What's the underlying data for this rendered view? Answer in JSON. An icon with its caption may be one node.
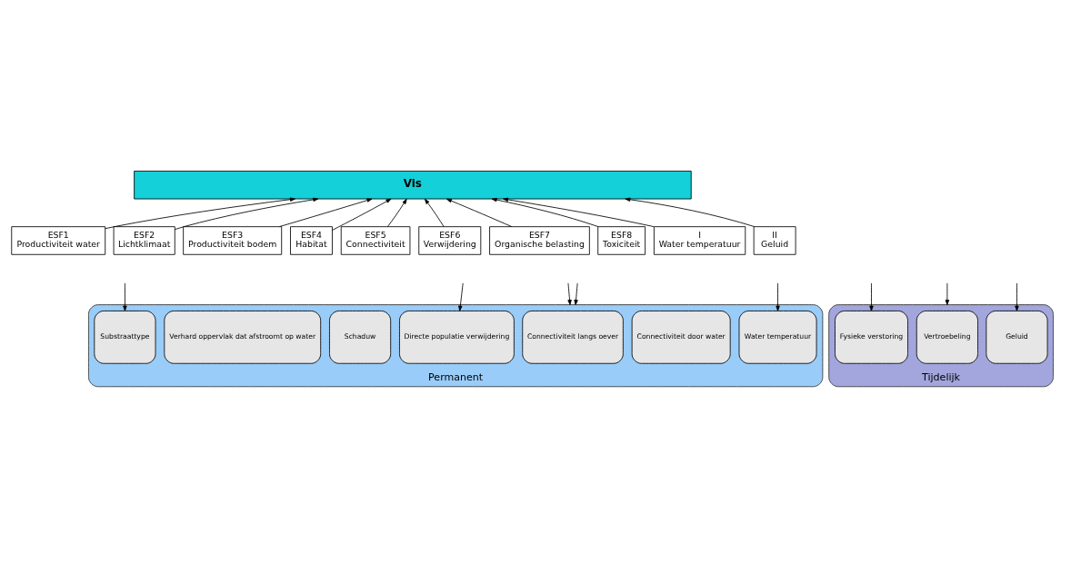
{
  "diagram": {
    "nodes": [
      {
        "text": [
          "Vis"
        ]
      },
      {
        "text": [
          "ESF1",
          "Productiviteit water"
        ]
      },
      {
        "text": [
          "ESF2",
          "Lichtklimaat"
        ]
      },
      {
        "text": [
          "ESF3",
          "Productiviteit bodem"
        ]
      },
      {
        "text": [
          "ESF4",
          "Habitat"
        ]
      },
      {
        "text": [
          "ESF5",
          "Connectiviteit"
        ]
      },
      {
        "text": [
          "ESF6",
          "Verwijdering"
        ]
      },
      {
        "text": [
          "ESF7",
          "Organische belasting"
        ]
      },
      {
        "text": [
          "ESF8",
          "Toxiciteit"
        ]
      },
      {
        "text": [
          "I",
          "Water temperatuur"
        ]
      },
      {
        "text": [
          "II",
          "Geluid"
        ]
      },
      {
        "text": [
          "Permanent"
        ]
      },
      {
        "text": [
          "Substraattype"
        ],
        "in": 11
      },
      {
        "text": [
          "Verhard oppervlak dat afstroomt op water"
        ],
        "in": 11
      },
      {
        "text": [
          "Schaduw"
        ],
        "in": 11
      },
      {
        "text": [
          "Connectiviteit langs oever"
        ],
        "in": 11
      },
      {
        "text": [
          "Connectiviteit door water"
        ],
        "in": 11
      },
      {
        "text": [
          "Directe populatie verwijdering"
        ],
        "in": 11
      },
      {
        "text": [
          "Water temperatuur"
        ],
        "in": 11
      },
      {
        "text": [
          "Tijdelijk"
        ]
      },
      {
        "text": [
          "Fysieke verstoring"
        ],
        "in": 19
      },
      {
        "text": [
          "Vertroebeling"
        ],
        "in": 19
      },
      {
        "text": [
          "Geluid"
        ],
        "in": 19
      }
    ],
    "edges": [
      {
        "from": 1,
        "to": 0,
        "arrow": "to"
      },
      {
        "from": 2,
        "to": 0,
        "arrow": "to"
      },
      {
        "from": 3,
        "to": 0,
        "arrow": "to"
      },
      {
        "from": 4,
        "to": 0,
        "arrow": "to"
      },
      {
        "from": 5,
        "to": 0,
        "arrow": "to"
      },
      {
        "from": 6,
        "to": 0,
        "arrow": "to"
      },
      {
        "from": 7,
        "to": 0,
        "arrow": "to"
      },
      {
        "from": 8,
        "to": 0,
        "arrow": "to"
      },
      {
        "from": 9,
        "to": 0,
        "arrow": "to"
      },
      {
        "from": 10,
        "to": 0,
        "arrow": "to"
      },
      {
        "from": null,
        "to": 12,
        "arrow": "to"
      },
      {
        "from": null,
        "to": 11,
        "arrow": "to"
      },
      {
        "from": null,
        "to": 11,
        "arrow": "to"
      },
      {
        "from": null,
        "to": 17,
        "arrow": "to"
      },
      {
        "from": null,
        "to": 18,
        "arrow": "to"
      },
      {
        "from": null,
        "to": 20,
        "arrow": "to"
      },
      {
        "from": null,
        "to": 19,
        "arrow": "to"
      },
      {
        "from": null,
        "to": 22,
        "arrow": "to"
      }
    ]
  }
}
